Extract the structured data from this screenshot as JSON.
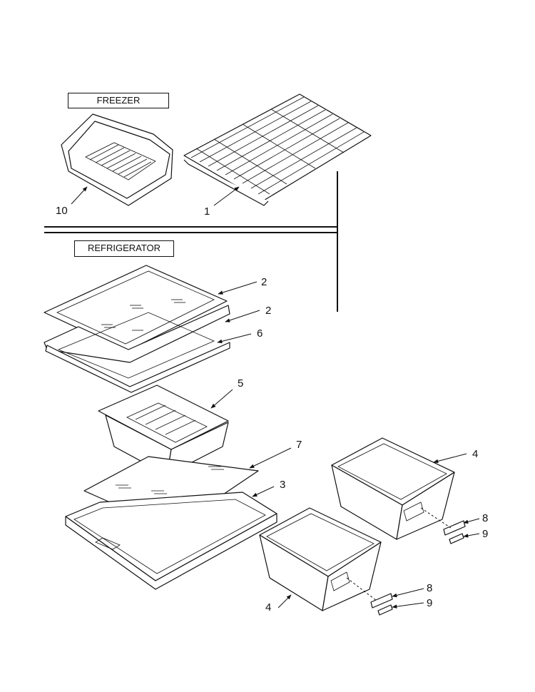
{
  "sections": {
    "freezer": "FREEZER",
    "refrigerator": "REFRIGERATOR"
  },
  "callouts": {
    "c10": "10",
    "c1": "1",
    "c2a": "2",
    "c2b": "2",
    "c6": "6",
    "c5": "5",
    "c7": "7",
    "c3": "3",
    "c4a": "4",
    "c4b": "4",
    "c8a": "8",
    "c9a": "9",
    "c8b": "8",
    "c9b": "9"
  }
}
